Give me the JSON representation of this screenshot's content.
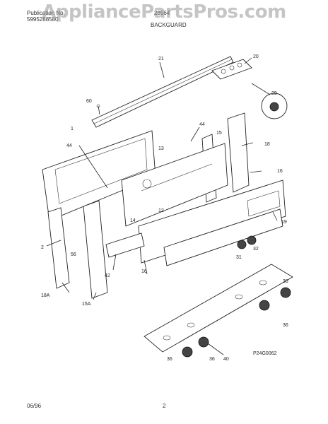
{
  "header": {
    "publication_label": "Publication No.",
    "publication_number": "5995288580",
    "model": "28564",
    "section": "BACKGUARD"
  },
  "watermark": "AppliancePartsPros.com",
  "diagram_code": "P24G0062",
  "footer": {
    "date": "06/96",
    "page": "2"
  },
  "callouts": [
    "21",
    "20",
    "60",
    "29",
    "1",
    "44",
    "13",
    "15",
    "44",
    "18",
    "16",
    "12",
    "14",
    "19",
    "2",
    "56",
    "31",
    "32",
    "16",
    "42",
    "18A",
    "15A",
    "36",
    "36",
    "36",
    "36",
    "40"
  ]
}
